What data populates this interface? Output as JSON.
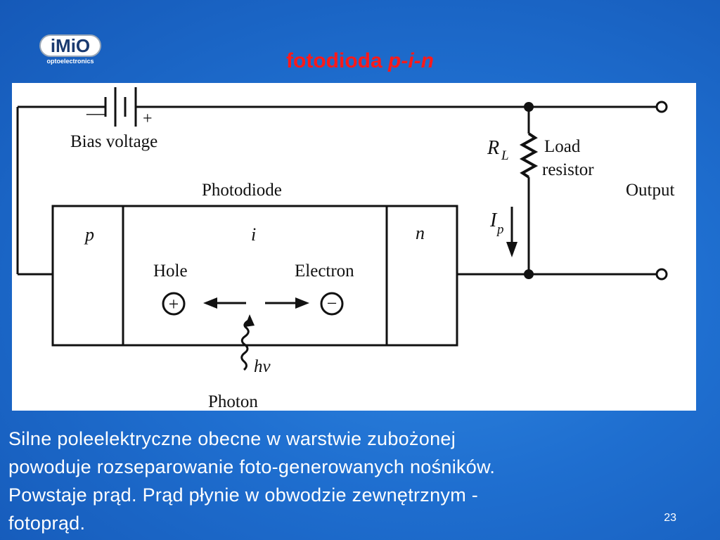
{
  "logo": {
    "mark": "iMiO",
    "subtitle": "optoelectronics"
  },
  "title": {
    "main": "fotodioda ",
    "italic": "p-i-n"
  },
  "diagram": {
    "bias_minus": "—",
    "bias_plus": "+",
    "bias_label": "Bias voltage",
    "photodiode_label": "Photodiode",
    "p_label": "p",
    "i_label": "i",
    "n_label": "n",
    "hole_label": "Hole",
    "electron_label": "Electron",
    "hole_symbol": "+",
    "electron_symbol": "−",
    "hv_label": "hν",
    "photon_label": "Photon",
    "rl_main": "R",
    "rl_sub": "L",
    "load_line1": "Load",
    "load_line2": "resistor",
    "ip_main": "I",
    "ip_sub": "p",
    "output_label": "Output"
  },
  "caption": {
    "line1": "Silne poleelektryczne obecne w warstwie zubożonej",
    "line2": "powoduje rozseparowanie foto-generowanych  nośników.",
    "line3": "Powstaje prąd. Prąd płynie w obwodzie zewnętrznym -",
    "line4": "fotoprąd."
  },
  "page_number": "23"
}
